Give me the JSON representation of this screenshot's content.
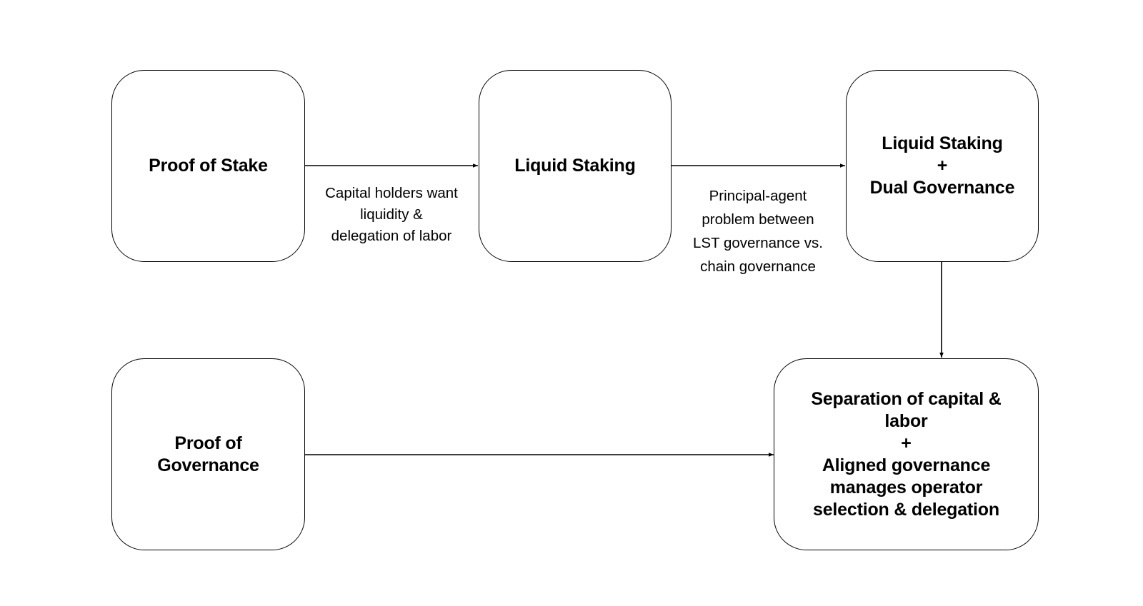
{
  "nodes": {
    "proof_of_stake": {
      "label": "Proof of Stake"
    },
    "liquid_staking": {
      "label": "Liquid Staking"
    },
    "liquid_staking_dual": {
      "label": "Liquid Staking\n+\nDual Governance"
    },
    "proof_of_governance": {
      "label": "Proof of\nGovernance"
    },
    "separation": {
      "label": "Separation of capital &\nlabor\n+\nAligned governance\nmanages operator\nselection & delegation"
    }
  },
  "edges": {
    "pos_to_ls": {
      "label": "Capital holders want\nliquidity &\ndelegation of labor"
    },
    "ls_to_dual": {
      "label": "Principal-agent\nproblem between\nLST governance vs.\nchain governance"
    },
    "dual_to_separation": {
      "label": ""
    },
    "pog_to_separation": {
      "label": ""
    }
  }
}
